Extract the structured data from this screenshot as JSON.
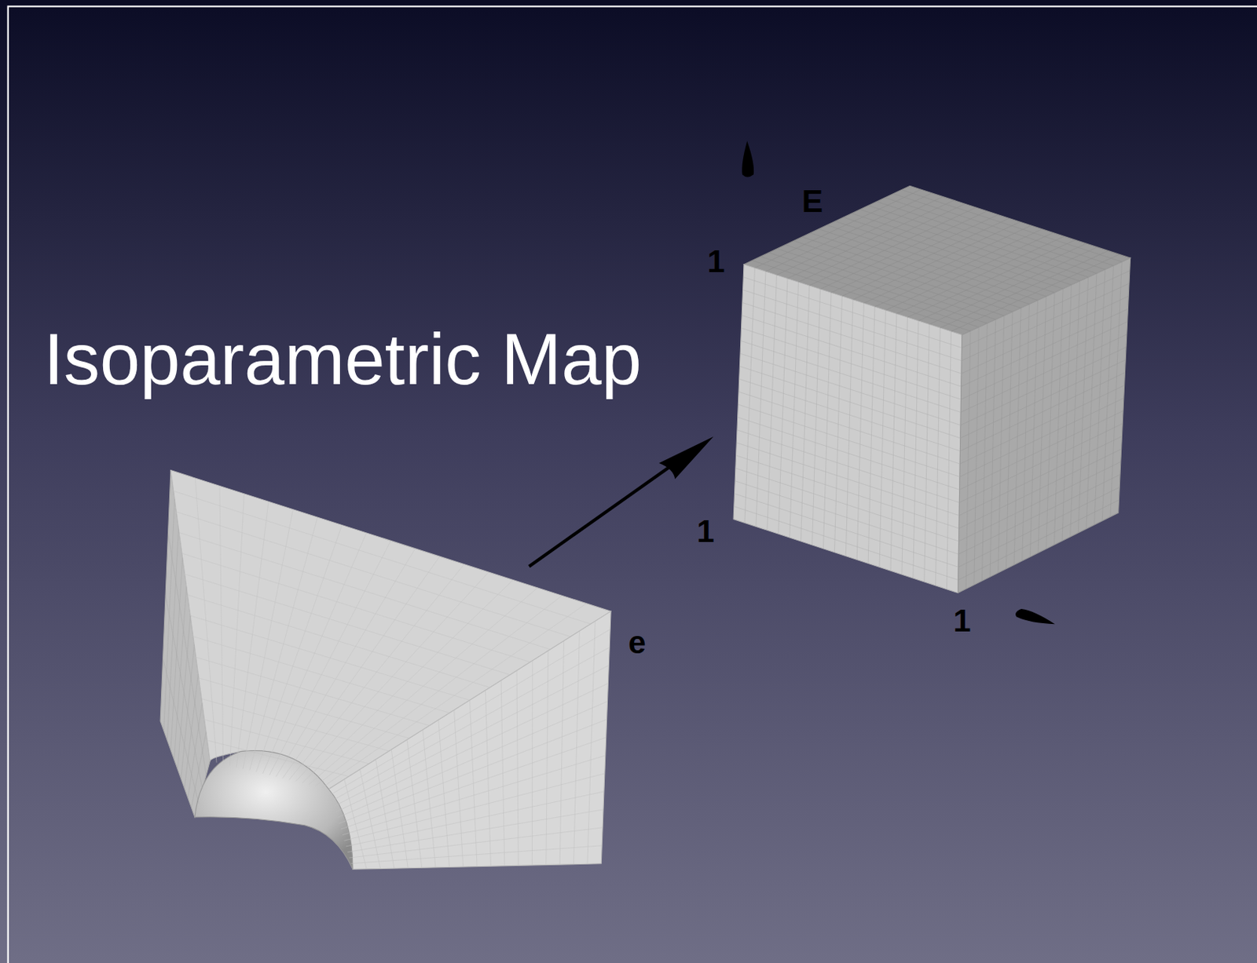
{
  "diagram": {
    "title": "Isoparametric Map",
    "labels": [
      "E",
      "1",
      "1",
      "1",
      "e"
    ]
  }
}
